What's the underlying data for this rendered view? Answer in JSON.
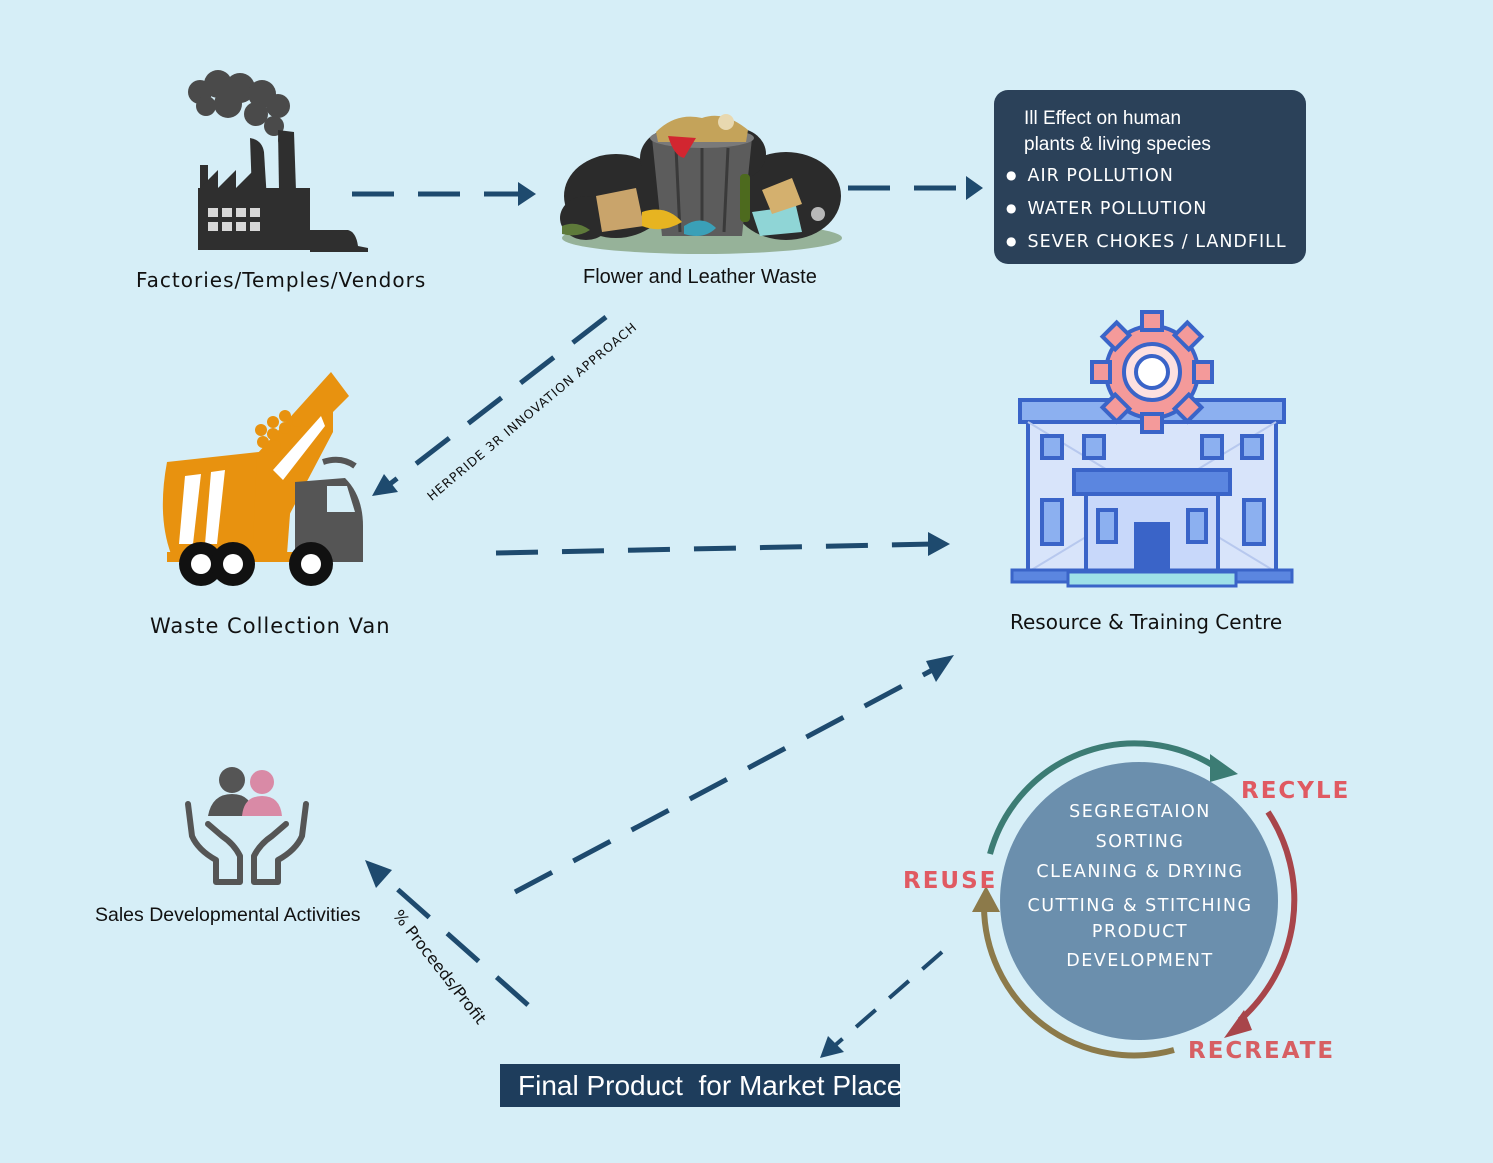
{
  "nodes": {
    "factories": "Factories/Temples/Vendors",
    "waste": "Flower and Leather Waste",
    "van": "Waste Collection  Van",
    "centre": "Resource &  Training  Centre",
    "sales": "Sales Developmental Activities",
    "final": "Final Product  for Market Place"
  },
  "effects": {
    "heading_line1": "Ill Effect on human",
    "heading_line2": "plants & living species",
    "items": [
      "AIR POLLUTION",
      "WATER POLLUTION",
      "SEVER CHOKES / LANDFILL"
    ]
  },
  "edges": {
    "approach": "HERPRIDE 3R  INNOVATION APPROACH",
    "proceeds": "% Proceeds/Profit"
  },
  "cycle": {
    "recycle": "RECYLE",
    "reuse": "REUSE",
    "recreate": "RECREATE",
    "steps": [
      "SEGREGTAION",
      "SORTING",
      "CLEANING & DRYING",
      "CUTTING & STITCHING",
      "PRODUCT",
      "DEVELOPMENT"
    ]
  },
  "colors": {
    "background": "#d6eef7",
    "arrow": "#1e4a6e",
    "dark_box": "#2b4159",
    "recycle_word": "#e05a62",
    "cycle_circle": "#6b8fad"
  },
  "icons": [
    "factory-icon",
    "garbage-pile-icon",
    "garbage-truck-icon",
    "training-centre-building-icon",
    "people-hands-icon"
  ]
}
